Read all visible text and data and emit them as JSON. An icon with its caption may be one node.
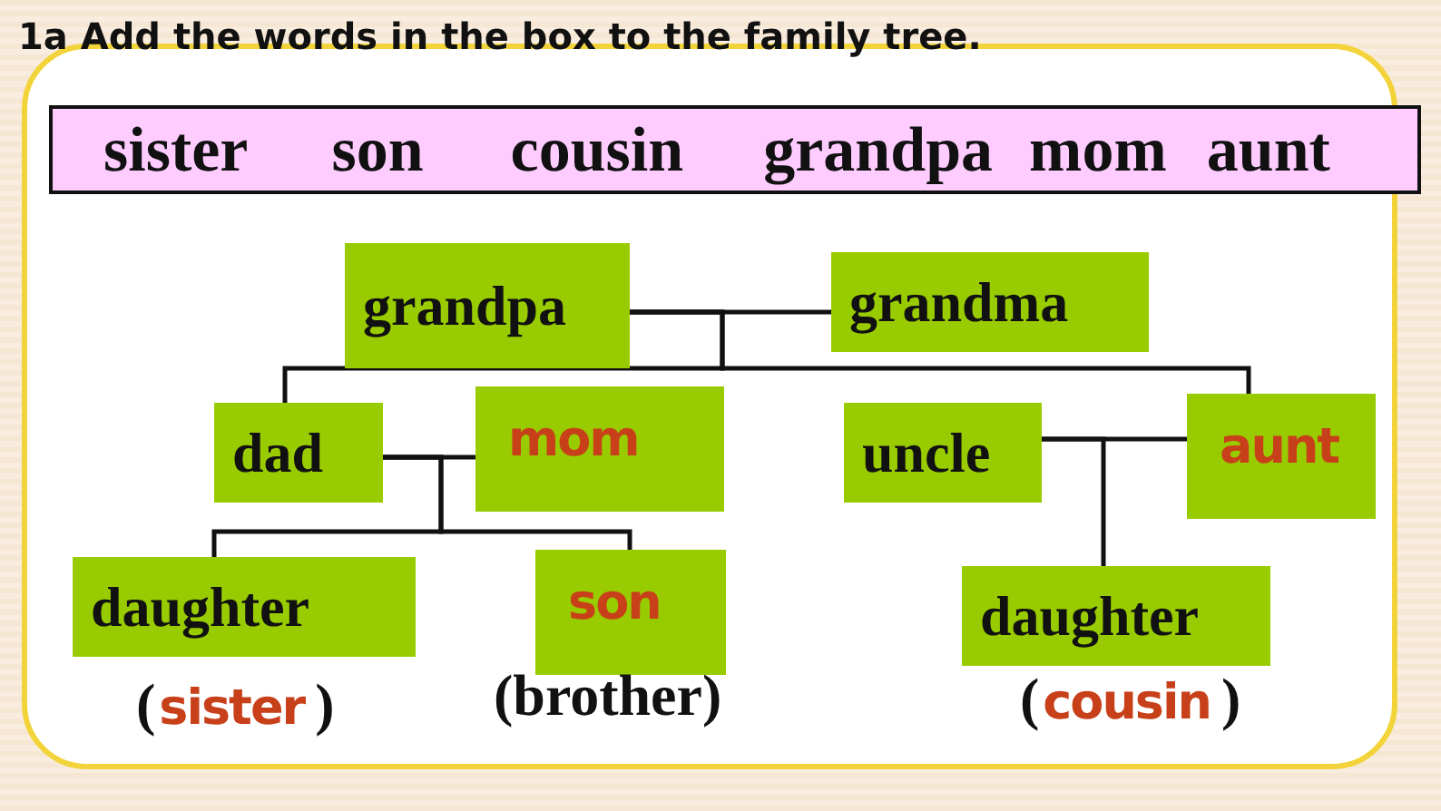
{
  "diagram": {
    "title": "1a Add the words in the box to the family tree.",
    "nodes": [
      {
        "text": [
          "sister",
          "son",
          "cousin",
          "grandpa",
          "mom",
          "aunt"
        ]
      },
      {
        "text": [
          "grandpa"
        ]
      },
      {
        "text": [
          "grandma"
        ]
      },
      {
        "text": [
          "dad"
        ]
      },
      {
        "text": [
          "mom"
        ]
      },
      {
        "text": [
          "uncle"
        ]
      },
      {
        "text": [
          "aunt"
        ]
      },
      {
        "text": [
          "daughter"
        ],
        "beside": [
          "(",
          "sister",
          ")"
        ]
      },
      {
        "text": [
          "son"
        ],
        "beside": [
          "(brother)"
        ]
      },
      {
        "text": [
          "daughter"
        ],
        "beside": [
          "(",
          "cousin",
          ")"
        ]
      }
    ],
    "edges": [
      {
        "from": 1,
        "to": 2,
        "arrow": "none"
      },
      {
        "from": 1,
        "to": 3,
        "arrow": "none"
      },
      {
        "from": 1,
        "to": 6,
        "arrow": "none"
      },
      {
        "from": 3,
        "to": 4,
        "arrow": "none"
      },
      {
        "from": 3,
        "to": 7,
        "arrow": "none"
      },
      {
        "from": 3,
        "to": 8,
        "arrow": "none"
      },
      {
        "from": 5,
        "to": 6,
        "arrow": "none"
      },
      {
        "from": 5,
        "to": 9,
        "arrow": "none"
      }
    ]
  }
}
